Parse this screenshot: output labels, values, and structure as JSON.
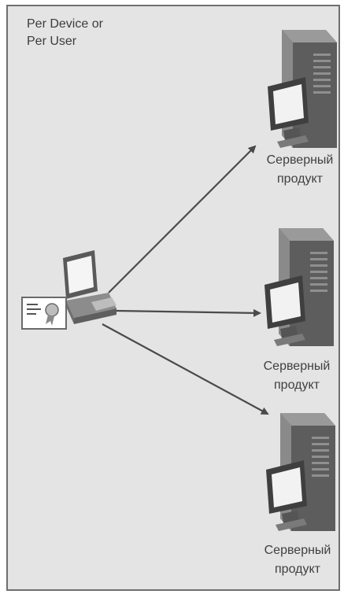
{
  "title": {
    "line1": "Per Device or",
    "line2": "Per User"
  },
  "servers": [
    {
      "line1": "Серверный",
      "line2": "продукт"
    },
    {
      "line1": "Серверный",
      "line2": "продукт"
    },
    {
      "line1": "Серверный",
      "line2": "продукт"
    }
  ],
  "colors": {
    "panel_bg": "#e4e4e4",
    "panel_border": "#6f6f6f",
    "arrow": "#4a4a4a",
    "text": "#3f3f3f"
  },
  "icons": {
    "client": "client-workstation-icon",
    "license": "license-certificate-icon",
    "server": "server-tower-icon"
  }
}
